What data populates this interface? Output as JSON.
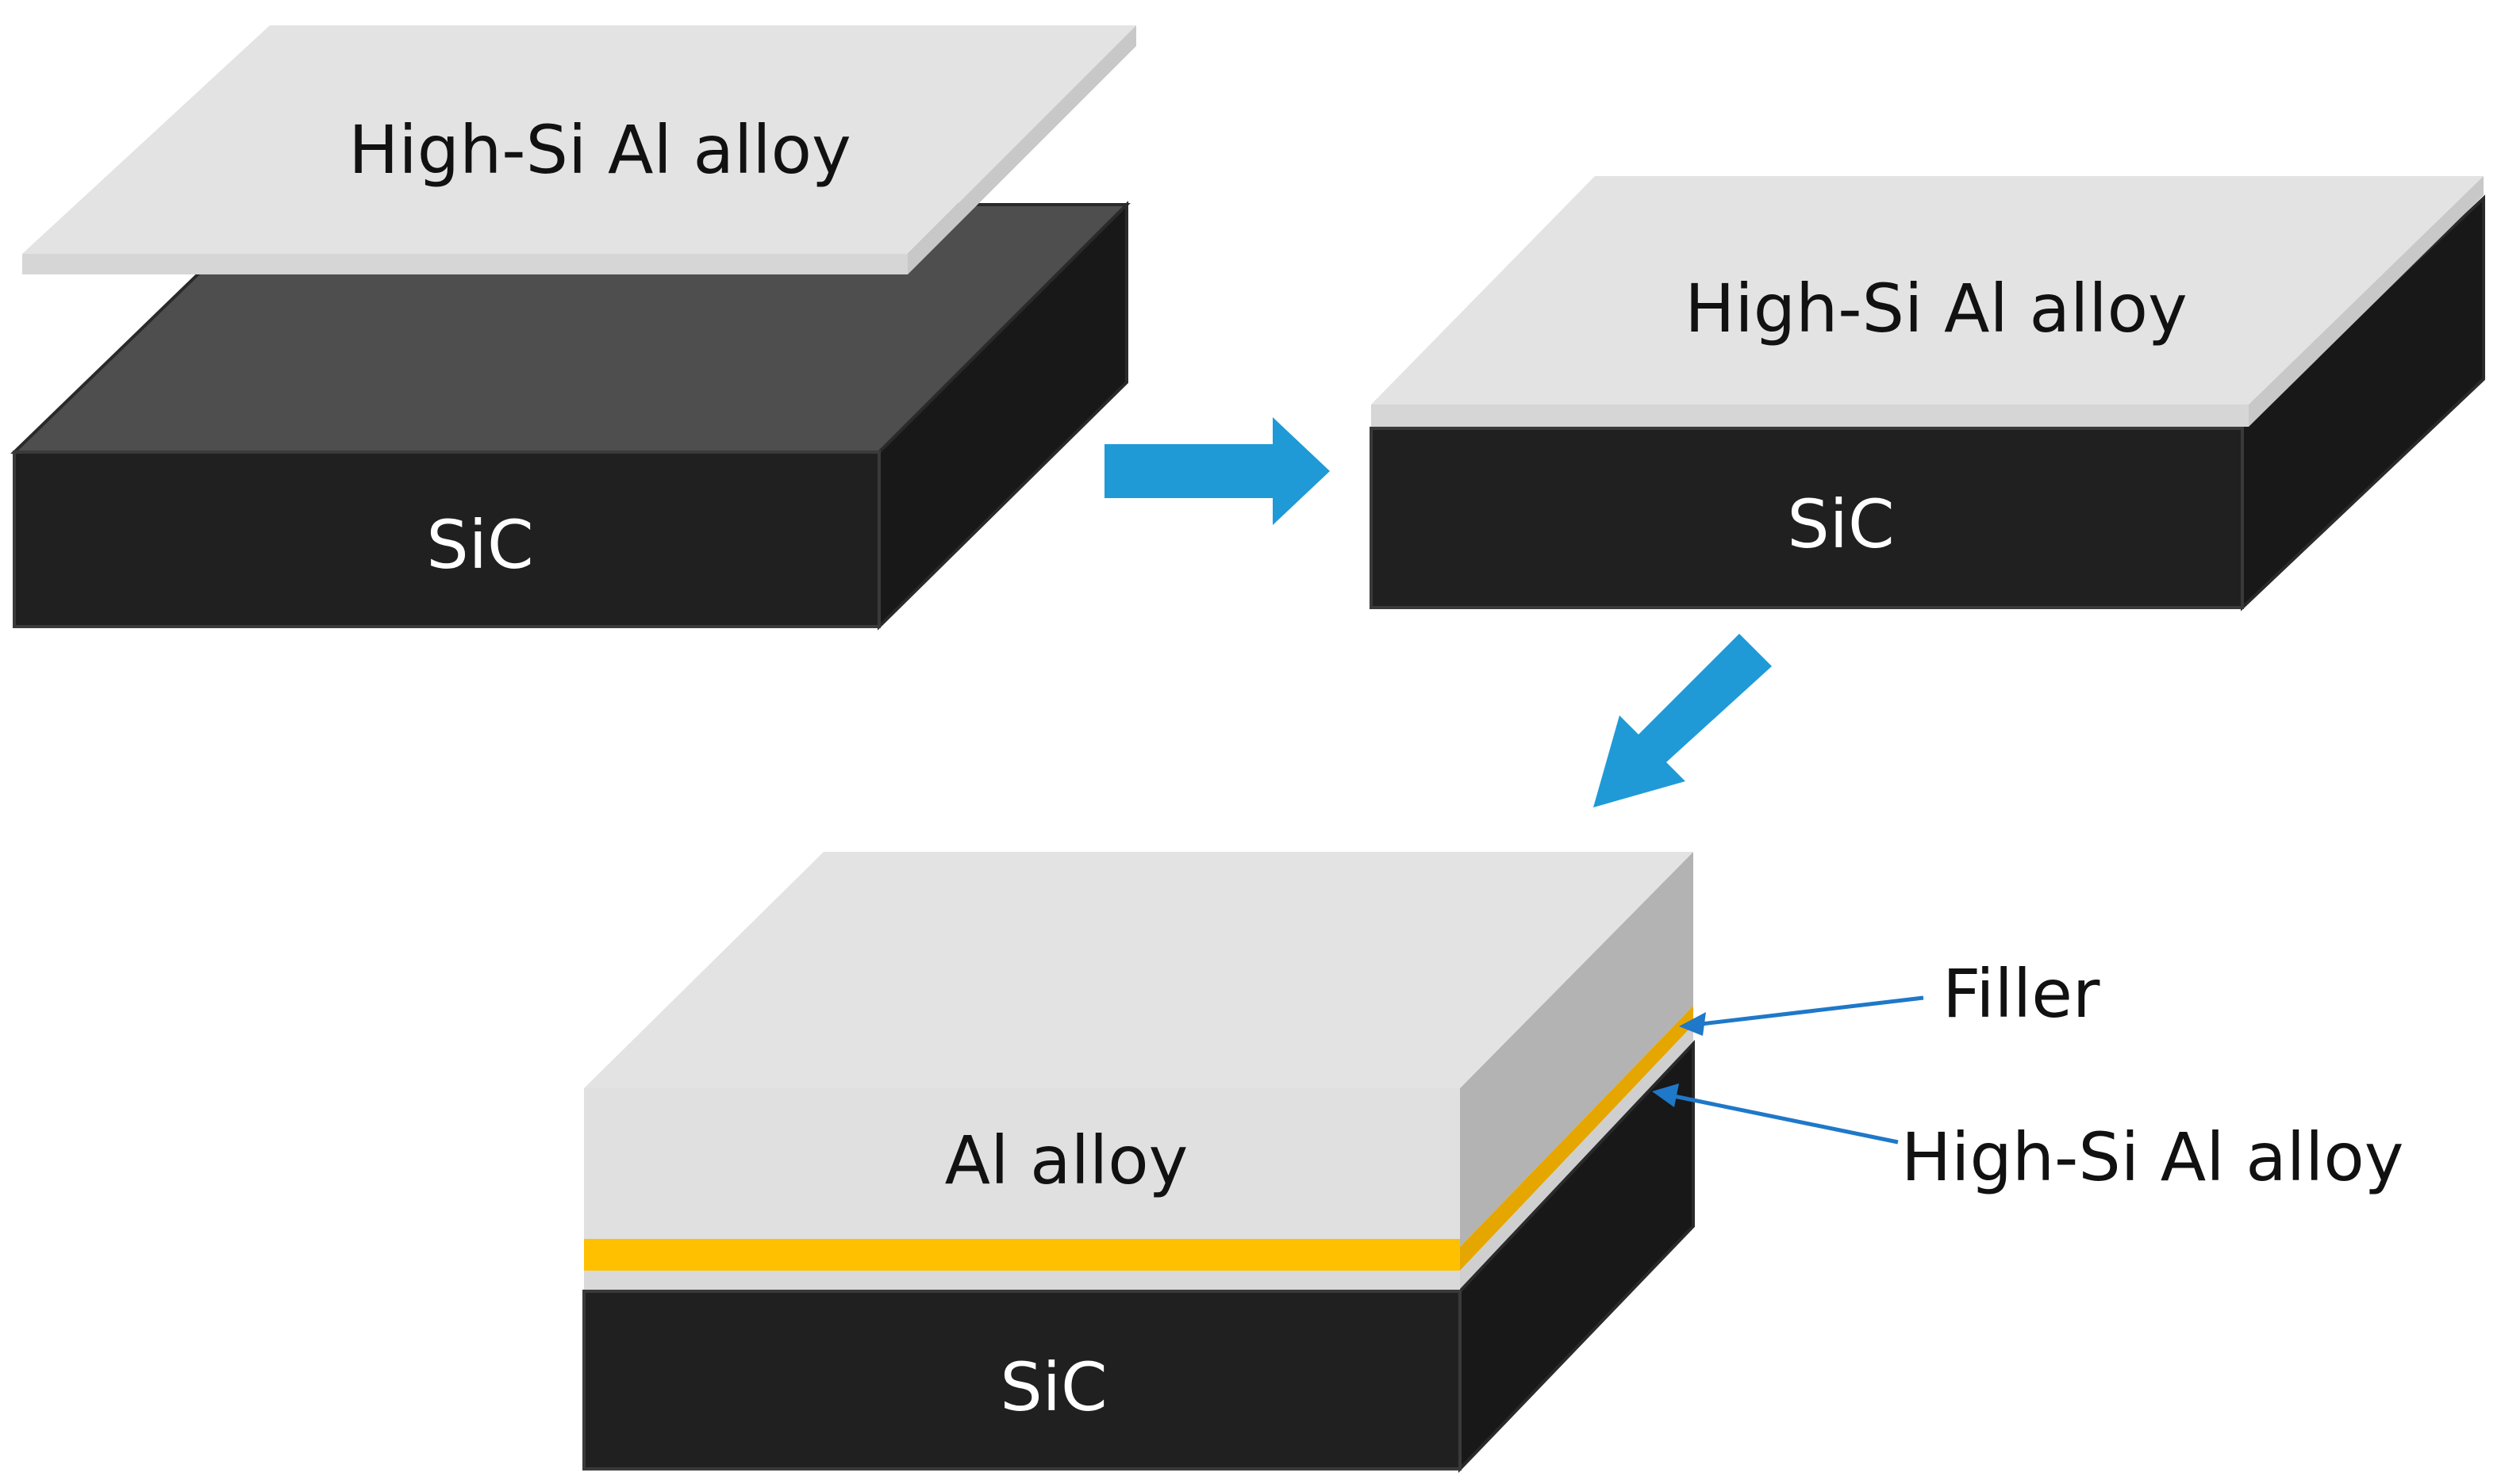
{
  "colors": {
    "sic_front": "#202020",
    "sic_side": "#181818",
    "sic_top_exploded": "#4e4e4e",
    "alloy_plate": "#e3e3e3",
    "alloy_plate_edge": "#c8c8c8",
    "al_alloy_side": "#b3b3b3",
    "filler": "#ffc000",
    "filler_side": "#e6a600",
    "arrow": "#1f9ad6"
  },
  "icons": {
    "flow_arrow_right": "arrow-right",
    "flow_arrow_down_left": "arrow-down-left"
  },
  "step1": {
    "plate_label": "High-Si Al alloy",
    "block_label": "SiC"
  },
  "step2": {
    "plate_label": "High-Si Al alloy",
    "block_label": "SiC"
  },
  "step3": {
    "top_label": "Al alloy",
    "block_label": "SiC",
    "callout_filler": "Filler",
    "callout_highsi": "High-Si Al alloy"
  }
}
